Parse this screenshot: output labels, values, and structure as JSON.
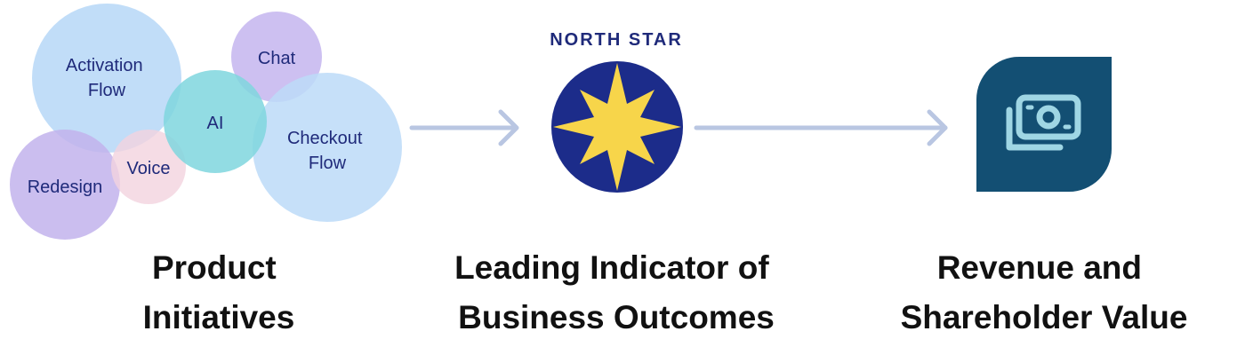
{
  "initiatives": {
    "bubbles": [
      {
        "id": "activation",
        "lines": [
          "Activation",
          "Flow"
        ],
        "color": "#b6d7f7"
      },
      {
        "id": "chat",
        "lines": [
          "Chat"
        ],
        "color": "#c4b5ee"
      },
      {
        "id": "ai",
        "lines": [
          "AI"
        ],
        "color": "#7fd6de"
      },
      {
        "id": "checkout",
        "lines": [
          "Checkout",
          "Flow"
        ],
        "color": "#bcdaf8"
      },
      {
        "id": "redesign",
        "lines": [
          "Redesign"
        ],
        "color": "#c2b3ec"
      },
      {
        "id": "voice",
        "lines": [
          "Voice"
        ],
        "color": "#f3d3de"
      }
    ],
    "caption": [
      "Product",
      "Initiatives"
    ]
  },
  "north_star": {
    "label": "NORTH STAR",
    "circle_color": "#1c2c8a",
    "star_color": "#f7d54a",
    "icon": "compass-star-icon",
    "caption": [
      "Leading Indicator of",
      "Business Outcomes"
    ]
  },
  "revenue": {
    "tile_color": "#134f73",
    "icon_color": "#9fd6e4",
    "icon": "money-stack-icon",
    "caption": [
      "Revenue and",
      "Shareholder Value"
    ]
  },
  "arrow_color": "#b9c6e2"
}
